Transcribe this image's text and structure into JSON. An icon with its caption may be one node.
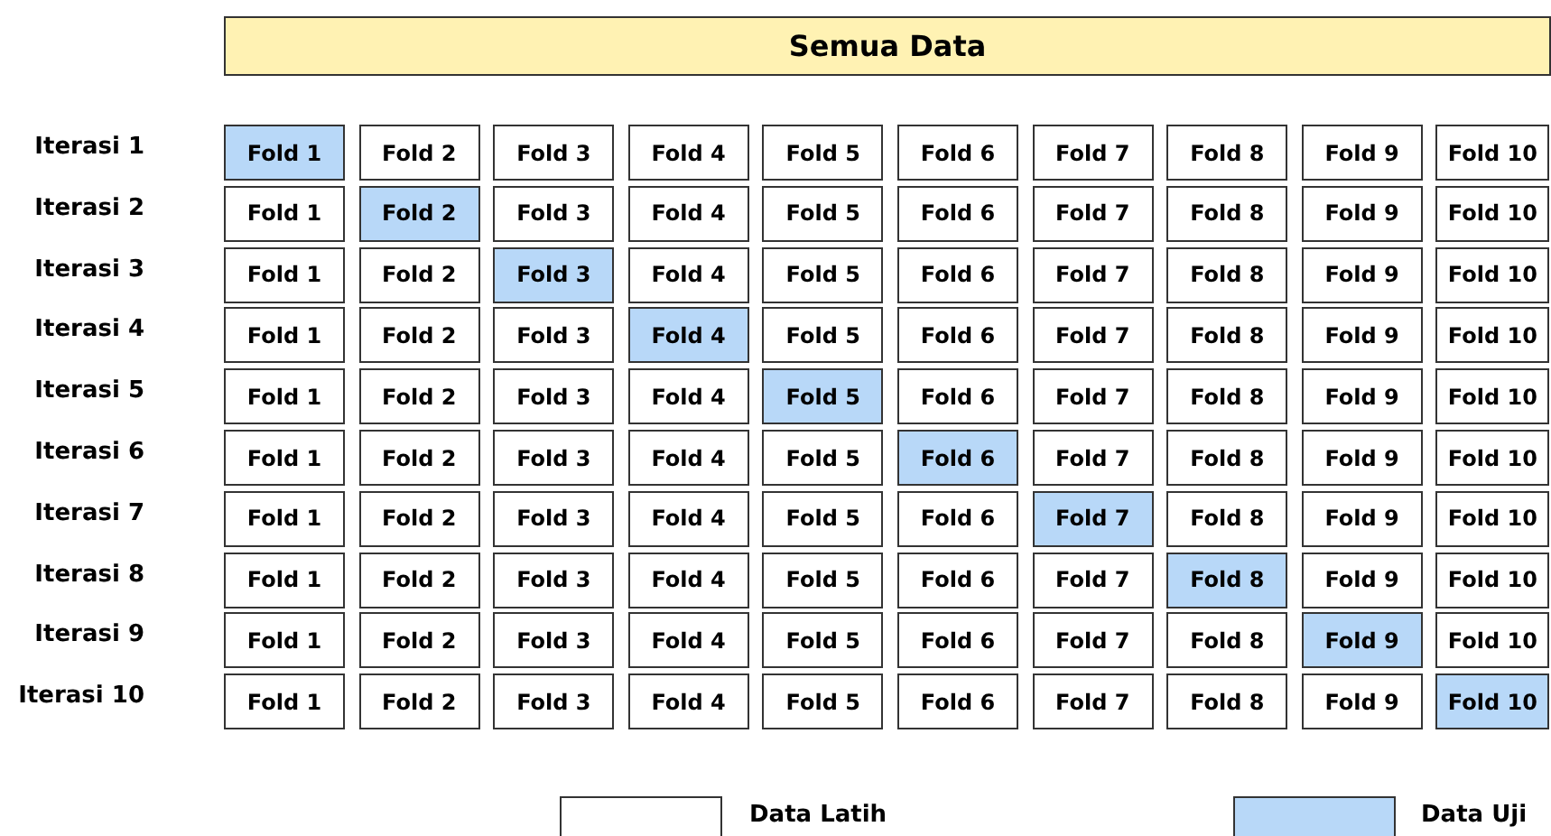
{
  "diagram": {
    "nodes": [
      {
        "text": [
          "Semua Data"
        ]
      },
      {
        "text": [
          "Fold 1"
        ]
      },
      {
        "text": [
          "Fold 2"
        ]
      },
      {
        "text": [
          "Fold 3"
        ]
      },
      {
        "text": [
          "Fold 4"
        ]
      },
      {
        "text": [
          "Fold 5"
        ]
      },
      {
        "text": [
          "Fold 6"
        ]
      },
      {
        "text": [
          "Fold 7"
        ]
      },
      {
        "text": [
          "Fold 8"
        ]
      },
      {
        "text": [
          "Fold 9"
        ]
      },
      {
        "text": [
          "Fold 10"
        ]
      },
      {
        "text": [
          "Fold 1"
        ]
      },
      {
        "text": [
          "Fold 2"
        ]
      },
      {
        "text": [
          "Fold 3"
        ]
      },
      {
        "text": [
          "Fold 4"
        ]
      },
      {
        "text": [
          "Fold 5"
        ]
      },
      {
        "text": [
          "Fold 6"
        ]
      },
      {
        "text": [
          "Fold 7"
        ]
      },
      {
        "text": [
          "Fold 8"
        ]
      },
      {
        "text": [
          "Fold 9"
        ]
      },
      {
        "text": [
          "Fold 10"
        ]
      },
      {
        "text": [
          "Fold 1"
        ]
      },
      {
        "text": [
          "Fold 2"
        ]
      },
      {
        "text": [
          "Fold 3"
        ]
      },
      {
        "text": [
          "Fold 4"
        ]
      },
      {
        "text": [
          "Fold 5"
        ]
      },
      {
        "text": [
          "Fold 6"
        ]
      },
      {
        "text": [
          "Fold 7"
        ]
      },
      {
        "text": [
          "Fold 8"
        ]
      },
      {
        "text": [
          "Fold 9"
        ]
      },
      {
        "text": [
          "Fold 10"
        ]
      },
      {
        "text": [
          "Fold 1"
        ]
      },
      {
        "text": [
          "Fold 2"
        ]
      },
      {
        "text": [
          "Fold 3"
        ]
      },
      {
        "text": [
          "Fold 4"
        ]
      },
      {
        "text": [
          "Fold 5"
        ]
      },
      {
        "text": [
          "Fold 6"
        ]
      },
      {
        "text": [
          "Fold 7"
        ]
      },
      {
        "text": [
          "Fold 8"
        ]
      },
      {
        "text": [
          "Fold 9"
        ]
      },
      {
        "text": [
          "Fold 10"
        ]
      },
      {
        "text": [
          "Fold 1"
        ]
      },
      {
        "text": [
          "Fold 2"
        ]
      },
      {
        "text": [
          "Fold 3"
        ]
      },
      {
        "text": [
          "Fold 4"
        ]
      },
      {
        "text": [
          "Fold 5"
        ]
      },
      {
        "text": [
          "Fold 6"
        ]
      },
      {
        "text": [
          "Fold 7"
        ]
      },
      {
        "text": [
          "Fold 8"
        ]
      },
      {
        "text": [
          "Fold 9"
        ]
      },
      {
        "text": [
          "Fold 10"
        ]
      },
      {
        "text": [
          "Fold 1"
        ]
      },
      {
        "text": [
          "Fold 2"
        ]
      },
      {
        "text": [
          "Fold 3"
        ]
      },
      {
        "text": [
          "Fold 4"
        ]
      },
      {
        "text": [
          "Fold 5"
        ]
      },
      {
        "text": [
          "Fold 6"
        ]
      },
      {
        "text": [
          "Fold 7"
        ]
      },
      {
        "text": [
          "Fold 8"
        ]
      },
      {
        "text": [
          "Fold 9"
        ]
      },
      {
        "text": [
          "Fold 10"
        ]
      },
      {
        "text": [
          "Fold 1"
        ]
      },
      {
        "text": [
          "Fold 2"
        ]
      },
      {
        "text": [
          "Fold 3"
        ]
      },
      {
        "text": [
          "Fold 4"
        ]
      },
      {
        "text": [
          "Fold 5"
        ]
      },
      {
        "text": [
          "Fold 6"
        ]
      },
      {
        "text": [
          "Fold 7"
        ]
      },
      {
        "text": [
          "Fold 8"
        ]
      },
      {
        "text": [
          "Fold 9"
        ]
      },
      {
        "text": [
          "Fold 10"
        ]
      },
      {
        "text": [
          "Fold 1"
        ]
      },
      {
        "text": [
          "Fold 2"
        ]
      },
      {
        "text": [
          "Fold 3"
        ]
      },
      {
        "text": [
          "Fold 4"
        ]
      },
      {
        "text": [
          "Fold 5"
        ]
      },
      {
        "text": [
          "Fold 6"
        ]
      },
      {
        "text": [
          "Fold 7"
        ]
      },
      {
        "text": [
          "Fold 8"
        ]
      },
      {
        "text": [
          "Fold 9"
        ]
      },
      {
        "text": [
          "Fold 10"
        ]
      },
      {
        "text": [
          "Fold 1"
        ]
      },
      {
        "text": [
          "Fold 2"
        ]
      },
      {
        "text": [
          "Fold 3"
        ]
      },
      {
        "text": [
          "Fold 4"
        ]
      },
      {
        "text": [
          "Fold 5"
        ]
      },
      {
        "text": [
          "Fold 6"
        ]
      },
      {
        "text": [
          "Fold 7"
        ]
      },
      {
        "text": [
          "Fold 8"
        ]
      },
      {
        "text": [
          "Fold 9"
        ]
      },
      {
        "text": [
          "Fold 10"
        ]
      },
      {
        "text": [
          "Fold 1"
        ]
      },
      {
        "text": [
          "Fold 2"
        ]
      },
      {
        "text": [
          "Fold 3"
        ]
      },
      {
        "text": [
          "Fold 4"
        ]
      },
      {
        "text": [
          "Fold 5"
        ]
      },
      {
        "text": [
          "Fold 6"
        ]
      },
      {
        "text": [
          "Fold 7"
        ]
      },
      {
        "text": [
          "Fold 8"
        ]
      },
      {
        "text": [
          "Fold 9"
        ]
      },
      {
        "text": [
          "Fold 10"
        ]
      }
    ],
    "labels": [
      "Iterasi 1",
      "Iterasi 2",
      "Iterasi 3",
      "Iterasi 4",
      "Iterasi 5",
      "Iterasi 6",
      "Iterasi 7",
      "Iterasi 8",
      "Iterasi 9",
      "Iterasi 10"
    ],
    "legend": [
      {
        "text": "Data Latih",
        "color": "#ffffff"
      },
      {
        "text": "Data Uji",
        "color": "#b8d8f8"
      }
    ]
  }
}
